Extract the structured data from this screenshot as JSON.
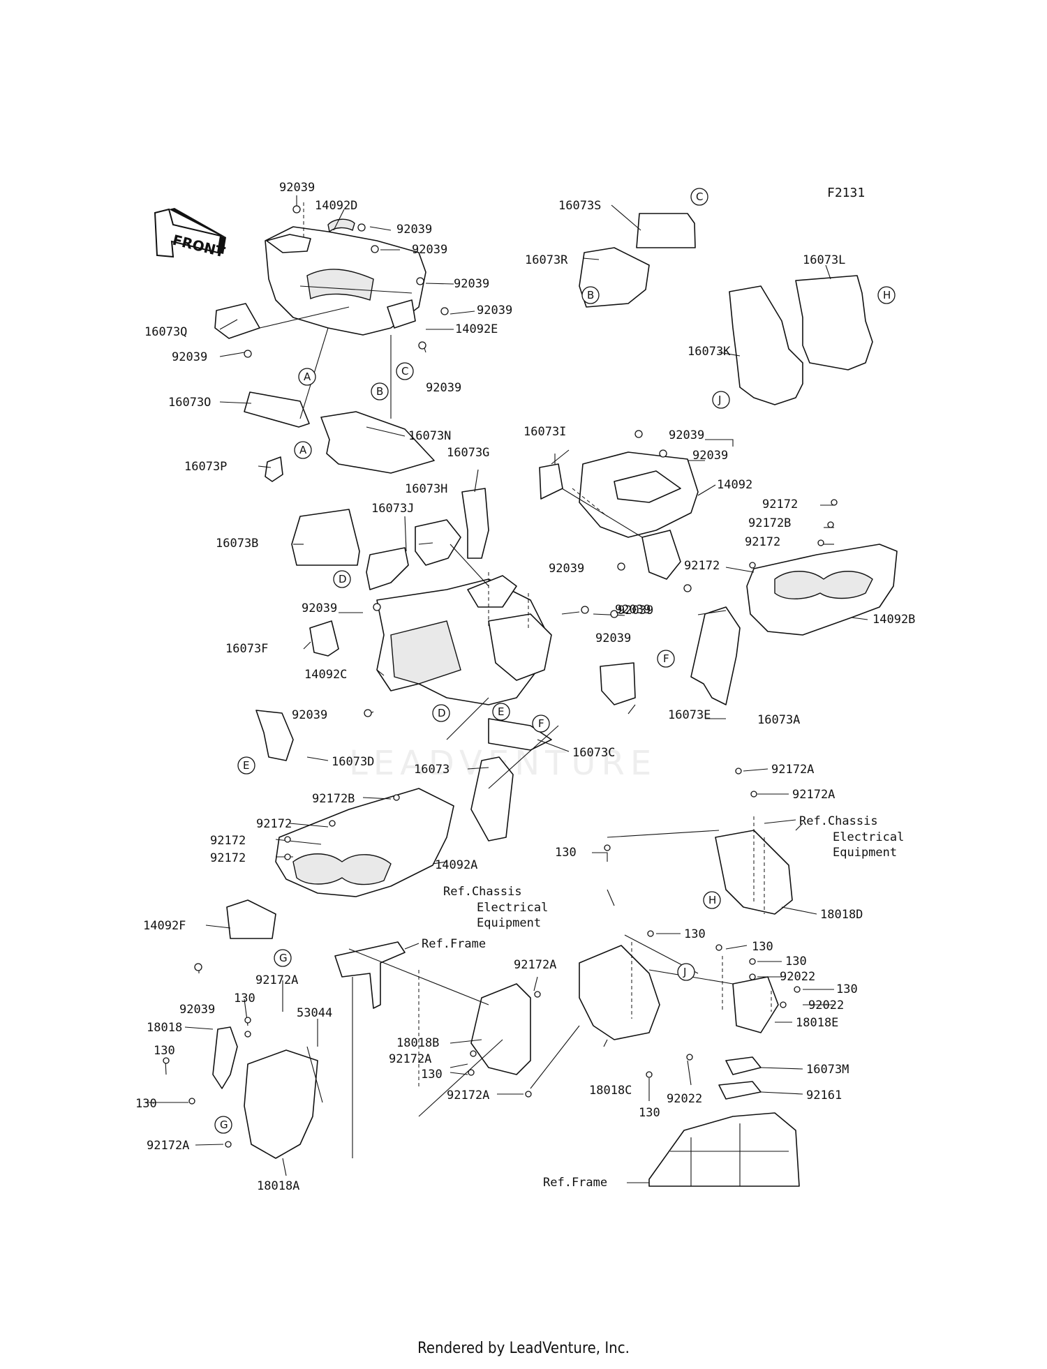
{
  "diagram_code": "F2131",
  "front_arrow_label": "FRONT",
  "watermark": "LEADVENTURE",
  "footer": "Rendered by LeadVenture, Inc.",
  "callout_letters": [
    "A",
    "B",
    "C",
    "D",
    "E",
    "F",
    "G",
    "H",
    "J"
  ],
  "part_labels": {
    "p92039_a": "92039",
    "p14092D": "14092D",
    "p92039_b": "92039",
    "p92039_c": "92039",
    "p92039_d": "92039",
    "p92039_e": "92039",
    "p14092E": "14092E",
    "p16073Q": "16073Q",
    "p92039_f": "92039",
    "p92039_g": "92039",
    "p16073O": "16073O",
    "p16073N": "16073N",
    "p16073P": "16073P",
    "p16073S": "16073S",
    "p16073R": "16073R",
    "p16073L": "16073L",
    "p16073K": "16073K",
    "p16073I": "16073I",
    "p92039_h": "92039",
    "p92039_i": "92039",
    "p14092": "14092",
    "p16073G": "16073G",
    "p16073H": "16073H",
    "p16073J": "16073J",
    "p16073B": "16073B",
    "p92172_a": "92172",
    "p92172B_a": "92172B",
    "p92172_b": "92172",
    "p92172_c": "92172",
    "p92039_j": "92039",
    "p92039_k": "92039",
    "p92039_l": "92039",
    "p92039_m": "92039",
    "p92039_n": "92039",
    "p14092B": "14092B",
    "p16073F": "16073F",
    "p16073A": "16073A",
    "p14092C": "14092C",
    "p92039_o": "92039",
    "p16073E": "16073E",
    "p16073C": "16073C",
    "p16073D": "16073D",
    "p16073": "16073",
    "p92172A_a": "92172A",
    "p92172B_b": "92172B",
    "p92172A_b": "92172A",
    "p92172_d": "92172",
    "p92172_e": "92172",
    "p92172_f": "92172",
    "p14092A": "14092A",
    "p130_a": "130",
    "p18018D": "18018D",
    "p14092F": "14092F",
    "p92039_p": "92039",
    "p92172A_c": "92172A",
    "p130_b": "130",
    "p18018": "18018",
    "p130_c": "130",
    "p130_d": "130",
    "p53044": "53044",
    "p92172A_d": "92172A",
    "p18018A": "18018A",
    "p92172A_e": "92172A",
    "p18018B": "18018B",
    "p92172A_f": "92172A",
    "p130_e": "130",
    "p92172A_g": "92172A",
    "p130_f": "130",
    "p130_g": "130",
    "p130_h": "130",
    "p92022_a": "92022",
    "p130_i": "130",
    "p92022_b": "92022",
    "p18018E": "18018E",
    "p16073M": "16073M",
    "p18018C": "18018C",
    "p130_j": "130",
    "p92022_c": "92022",
    "p92161": "92161"
  },
  "references": {
    "ref_chassis_a_1": "Ref.Chassis",
    "ref_chassis_a_2": "Electrical",
    "ref_chassis_a_3": "Equipment",
    "ref_chassis_b_1": "Ref.Chassis",
    "ref_chassis_b_2": "Electrical",
    "ref_chassis_b_3": "Equipment",
    "ref_frame_a": "Ref.Frame",
    "ref_frame_b": "Ref.Frame"
  }
}
